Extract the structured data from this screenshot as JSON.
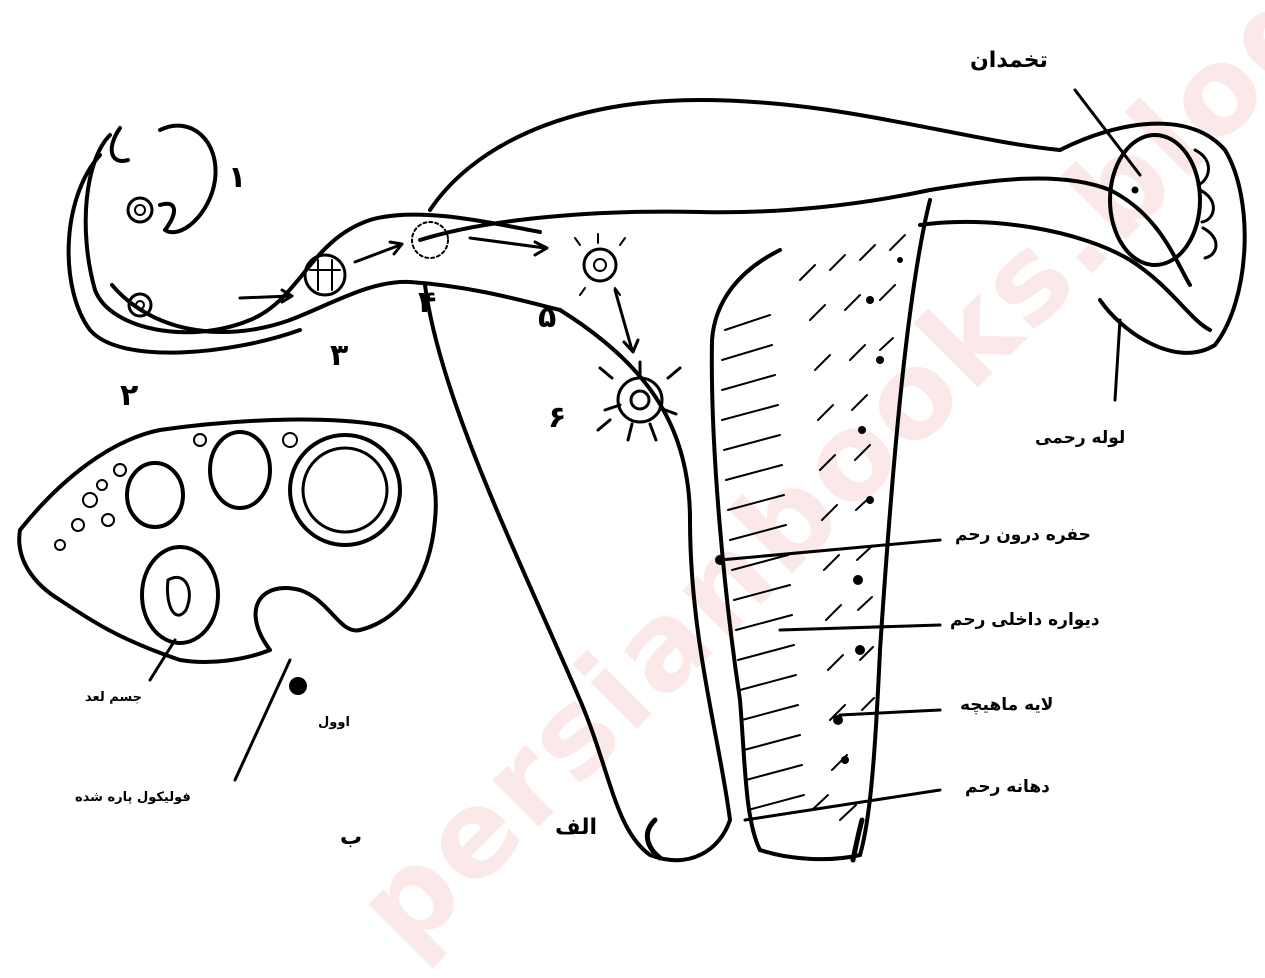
{
  "labels": {
    "ovary": "تخمدان",
    "fallopian_tube": "لوله رحمی",
    "uterine_cavity": "حفره درون رحم",
    "endometrium": "دیواره داخلی رحم",
    "myometrium": "لایه ماهیچه",
    "cervix": "دهانه رحم",
    "corpus_luteum": "جسم لعد",
    "ovum": "اوول",
    "ruptured_follicle": "فولیکول پاره شده",
    "part_a": "الف",
    "part_b": "ب"
  },
  "stage_numbers": [
    "۱",
    "۲",
    "۳",
    "۴",
    "۵",
    "۶"
  ],
  "watermark": "persianbooks.blog",
  "colors": {
    "ink": "#000000",
    "watermark": "#dc2828",
    "background": "#ffffff"
  }
}
